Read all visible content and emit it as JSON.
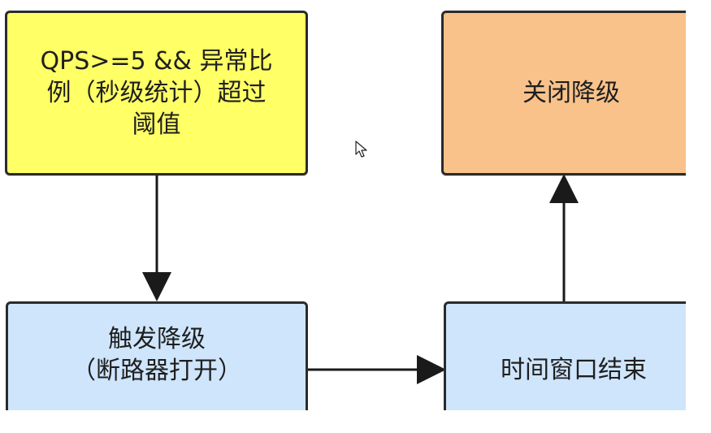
{
  "diagram": {
    "nodes": [
      {
        "id": "node-threshold",
        "text": "QPS>=5 && 异常比\n例（秒级统计）超过\n阈值",
        "color": "#ffff66"
      },
      {
        "id": "node-close-degrade",
        "text": "关闭降级",
        "color": "#f8c28a"
      },
      {
        "id": "node-trigger-degrade",
        "text": "触发降级\n（断路器打开）",
        "color": "#cfe5fb"
      },
      {
        "id": "node-window-end",
        "text": "时间窗口结束",
        "color": "#cfe5fb"
      }
    ],
    "edges": [
      {
        "from": "node-threshold",
        "to": "node-trigger-degrade"
      },
      {
        "from": "node-trigger-degrade",
        "to": "node-window-end"
      },
      {
        "from": "node-window-end",
        "to": "node-close-degrade"
      }
    ]
  },
  "icons": {
    "cursor": "mouse-pointer-icon"
  }
}
